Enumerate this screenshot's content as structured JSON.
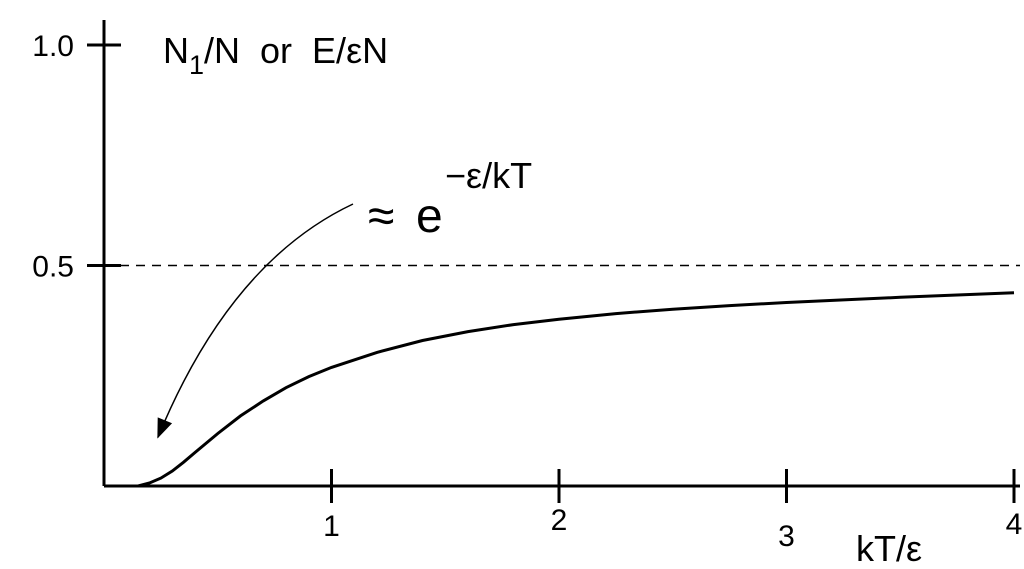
{
  "chart_data": {
    "type": "line",
    "xlabel": "kT/ε",
    "ylabel": {
      "part1": "N",
      "sub": "1",
      "part2": "/N  or  E/εN"
    },
    "xlim": [
      0,
      4
    ],
    "ylim": [
      0,
      1.0
    ],
    "x_ticks": [
      {
        "value": 1,
        "label": "1"
      },
      {
        "value": 2,
        "label": "2"
      },
      {
        "value": 3,
        "label": "3"
      },
      {
        "value": 4,
        "label": "4"
      }
    ],
    "y_ticks": [
      {
        "value": 0.5,
        "label": "0.5"
      },
      {
        "value": 1.0,
        "label": "1.0"
      }
    ],
    "reference_line": {
      "y": 0.5,
      "style": "dashed"
    },
    "series": [
      {
        "points": [
          [
            0.15,
            0.0
          ],
          [
            0.2,
            0.0067
          ],
          [
            0.25,
            0.018
          ],
          [
            0.3,
            0.034
          ],
          [
            0.35,
            0.054
          ],
          [
            0.4,
            0.076
          ],
          [
            0.5,
            0.119
          ],
          [
            0.6,
            0.159
          ],
          [
            0.7,
            0.193
          ],
          [
            0.8,
            0.223
          ],
          [
            0.9,
            0.248
          ],
          [
            1.0,
            0.269
          ],
          [
            1.2,
            0.303
          ],
          [
            1.4,
            0.33
          ],
          [
            1.6,
            0.35
          ],
          [
            1.8,
            0.366
          ],
          [
            2.0,
            0.378
          ],
          [
            2.25,
            0.391
          ],
          [
            2.5,
            0.401
          ],
          [
            2.75,
            0.409
          ],
          [
            3.0,
            0.416
          ],
          [
            3.25,
            0.422
          ],
          [
            3.5,
            0.428
          ],
          [
            3.75,
            0.433
          ],
          [
            4.0,
            0.438
          ]
        ]
      }
    ],
    "annotation": {
      "approx": "≈",
      "base": "e",
      "exponent": "−ε/kT",
      "arrow_to": [
        0.25,
        0.015
      ]
    }
  }
}
